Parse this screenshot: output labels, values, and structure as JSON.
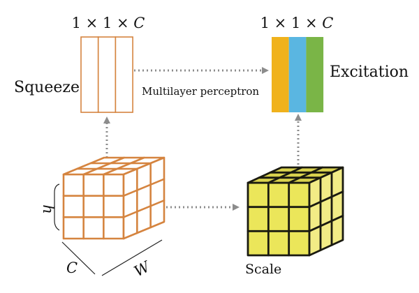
{
  "squeeze": {
    "label": "Squeeze",
    "dim_prefix": "1 × 1 × ",
    "dim_var": "C",
    "stripe_color": "#d5843f"
  },
  "excitation": {
    "label": "Excitation",
    "dim_prefix": "1 × 1 × ",
    "dim_var": "C",
    "stripe_colors": [
      "#f0b21c",
      "#5ab6e1",
      "#7ab547"
    ]
  },
  "connector": {
    "label": "Multilayer perceptron",
    "arrow_color": "#8c8c8c"
  },
  "input_tensor": {
    "axis_h": "h",
    "axis_c": "C",
    "axis_w": "W",
    "grid_color": "#d5843f"
  },
  "scaled_tensor": {
    "label": "Scale",
    "face_color": "#ebe65a",
    "edge_color": "#1a1a10"
  }
}
